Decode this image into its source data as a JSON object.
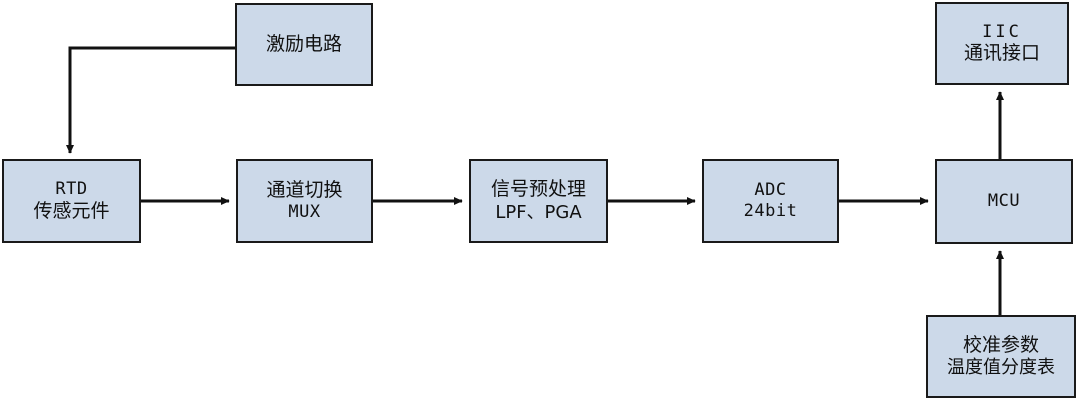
{
  "diagram": {
    "title": "RTD temperature measurement system block diagram",
    "background_color": "#ffffff",
    "node_fill_color": "#ccd9e9",
    "node_border_color": "#1a1a1a",
    "edge_color": "#111111",
    "nodes": {
      "excitation": {
        "line1": "激励电路",
        "line2": ""
      },
      "rtd": {
        "line1": "RTD",
        "line2": "传感元件"
      },
      "mux": {
        "line1": "通道切换",
        "line2": "MUX"
      },
      "preprocess": {
        "line1": "信号预处理",
        "line2": "LPF、PGA"
      },
      "adc": {
        "line1": "ADC",
        "line2": "24bit"
      },
      "mcu": {
        "line1": "MCU",
        "line2": ""
      },
      "iic": {
        "line1": "IIC",
        "line2": "通讯接口"
      },
      "calibration": {
        "line1": "校准参数",
        "line2": "温度值分度表"
      }
    },
    "edges": [
      {
        "from": "excitation",
        "to": "rtd",
        "style": "elbow-down",
        "arrow": "end"
      },
      {
        "from": "rtd",
        "to": "mux",
        "style": "straight-right",
        "arrow": "end"
      },
      {
        "from": "mux",
        "to": "preprocess",
        "style": "straight-right",
        "arrow": "end"
      },
      {
        "from": "preprocess",
        "to": "adc",
        "style": "straight-right",
        "arrow": "end"
      },
      {
        "from": "adc",
        "to": "mcu",
        "style": "straight-right",
        "arrow": "end"
      },
      {
        "from": "mcu",
        "to": "iic",
        "style": "straight-up",
        "arrow": "end"
      },
      {
        "from": "calibration",
        "to": "mcu",
        "style": "straight-up",
        "arrow": "end"
      }
    ]
  }
}
